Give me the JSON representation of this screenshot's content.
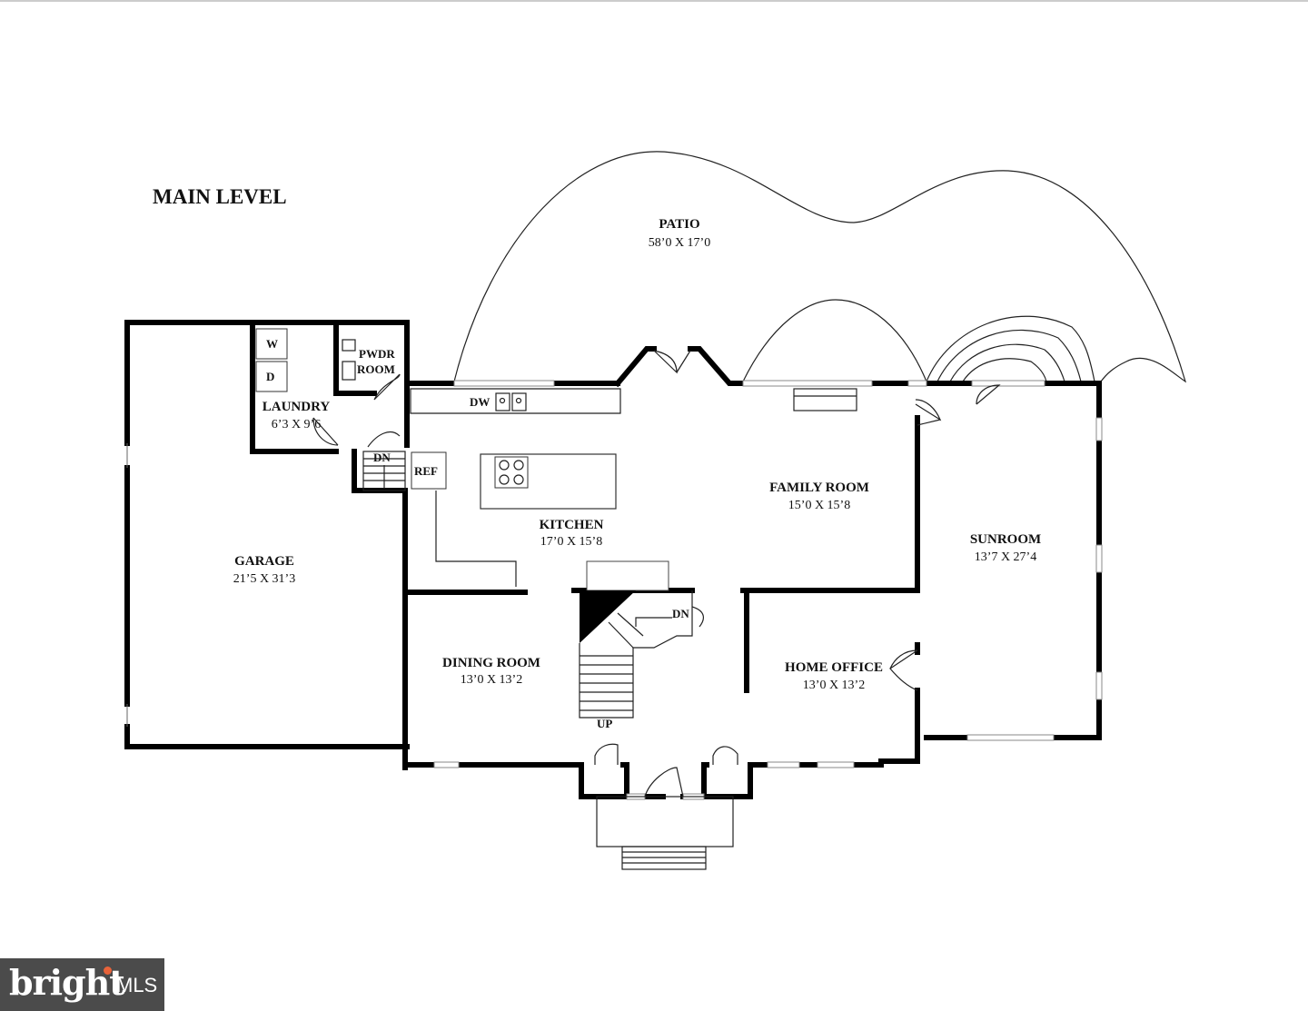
{
  "title": "MAIN LEVEL",
  "rooms": {
    "patio": {
      "name": "PATIO",
      "dims": "58’0 X 17’0"
    },
    "laundry": {
      "name": "LAUNDRY",
      "dims": "6’3 X 9’6"
    },
    "garage": {
      "name": "GARAGE",
      "dims": "21’5 X 31’3"
    },
    "kitchen": {
      "name": "KITCHEN",
      "dims": "17’0 X 15’8"
    },
    "family_room": {
      "name": "FAMILY ROOM",
      "dims": "15’0 X 15’8"
    },
    "sunroom": {
      "name": "SUNROOM",
      "dims": "13’7 X 27’4"
    },
    "dining_room": {
      "name": "DINING ROOM",
      "dims": "13’0 X 13’2"
    },
    "home_office": {
      "name": "HOME OFFICE",
      "dims": "13’0 X 13’2"
    }
  },
  "fixtures": {
    "washer": "W",
    "dryer": "D",
    "powder_room_line1": "PWDR",
    "powder_room_line2": "ROOM",
    "dishwasher": "DW",
    "refrigerator": "REF",
    "stair_down_laundry": "DN",
    "stair_down_main": "DN",
    "stair_up_main": "UP"
  },
  "watermark": {
    "brand": "bright",
    "suffix": "MLS"
  }
}
